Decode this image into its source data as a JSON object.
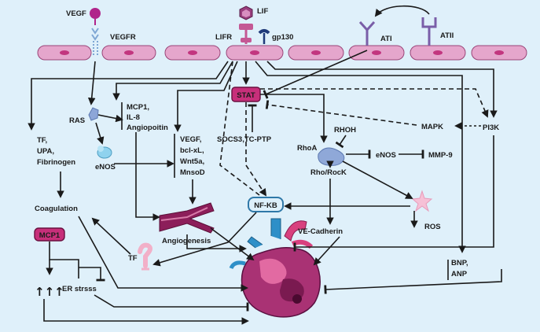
{
  "colors": {
    "background": "#dff0fa",
    "membrane_cell": "#e5a6cc",
    "membrane_stroke": "#9a4578",
    "nucleus": "#c2367f",
    "stat_fill": "#c72f7a",
    "nfkb_fill": "#ddf0fb",
    "nfkb_stroke": "#2f78a8",
    "ras_fill": "#8da6d8",
    "enos_fill": "#8fd2ee",
    "rhoa_fill": "#8fa8d8",
    "ros_fill": "#f6c0d6",
    "arrow": "#1a1a1a"
  },
  "labels": {
    "vegf": "VEGF",
    "vegfr": "VEGFR",
    "lif": "LIF",
    "lifr": "LIFR",
    "gp130": "gp130",
    "ati": "ATI",
    "atii": "ATII",
    "stat": "STAT",
    "socs3": "SOCS3,TC-PTP",
    "ras": "RAS",
    "mcp1_il8": [
      "MCP1,",
      "IL-8",
      "Angiopoitin"
    ],
    "tf_upa": [
      "TF,",
      "UPA,",
      "Fibrinogen"
    ],
    "enos_left": "eNOS",
    "vegf_group": [
      "VEGF,",
      "bcl-xL,",
      "Wnt5a,",
      "MnsoD"
    ],
    "rhoh": "RHOH",
    "rhoa": "RhoA",
    "enos_right": "eNOS",
    "mmp9": "MMP-9",
    "mapk": "MAPK",
    "pi3k": "PI3K",
    "rho_rock": "Rho/RocK",
    "nfkb": "NF-KB",
    "ros": "ROS",
    "coagulation": "Coagulation",
    "angiogenesis": "Angiogenesis",
    "mcp1_box": "MCP1",
    "ve_cadherin": "VE-Cadherin",
    "tf_bottom": "TF",
    "er_stress": "ER strsss",
    "up_arrows": "↑↑↑",
    "bnp_anp": [
      "BNP,",
      "ANP"
    ]
  }
}
